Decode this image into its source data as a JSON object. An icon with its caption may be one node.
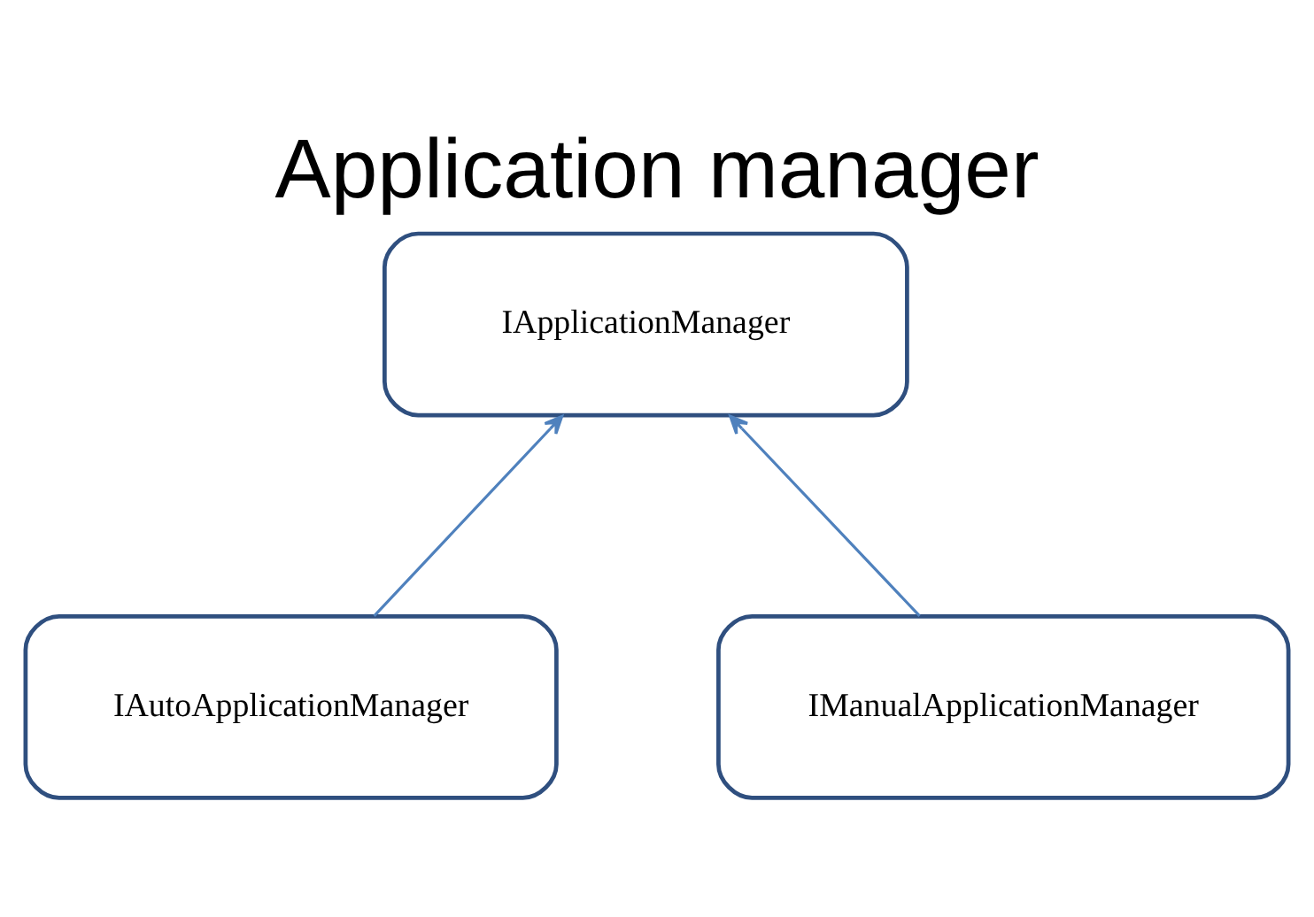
{
  "diagram": {
    "title": "Application manager",
    "nodes": [
      {
        "text": [
          "IApplicationManager"
        ]
      },
      {
        "text": [
          "IAutoApplicationManager"
        ]
      },
      {
        "text": [
          "IManualApplicationManager"
        ]
      }
    ],
    "edges": [
      {
        "from": 1,
        "to": 0,
        "arrow": "to"
      },
      {
        "from": 2,
        "to": 0,
        "arrow": "to"
      }
    ]
  }
}
